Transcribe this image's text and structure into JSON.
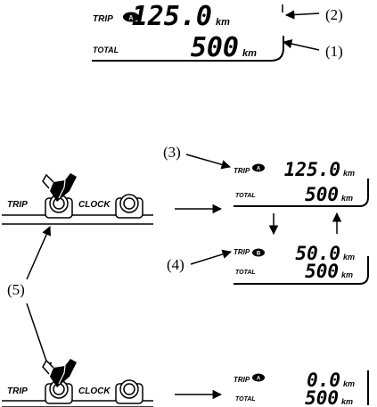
{
  "callouts": {
    "c1": "(1)",
    "c2": "(2)",
    "c3": "(3)",
    "c4": "(4)",
    "c5": "(5)"
  },
  "labels": {
    "trip": "TRIP",
    "total": "TOTAL",
    "clock": "CLOCK",
    "trip_a": "A",
    "trip_b": "B",
    "unit": "km"
  },
  "displays": {
    "top": {
      "trip_value": "125.0",
      "total_value": "500"
    },
    "mid_a": {
      "trip_value": "125.0",
      "total_value": "500"
    },
    "mid_b": {
      "trip_value": "50.0",
      "total_value": "500"
    },
    "bottom": {
      "trip_value": "0.0",
      "total_value": "500"
    }
  }
}
